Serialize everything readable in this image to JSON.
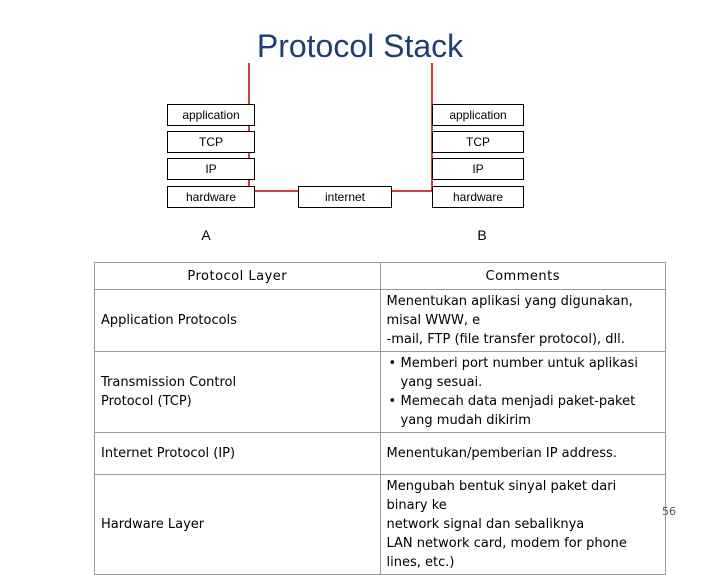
{
  "title": "Protocol Stack",
  "stack_a": {
    "label": "A",
    "layers": [
      "application",
      "TCP",
      "IP",
      "hardware"
    ]
  },
  "stack_b": {
    "label": "B",
    "layers": [
      "application",
      "TCP",
      "IP",
      "hardware"
    ]
  },
  "network": {
    "label": "internet"
  },
  "table": {
    "headers": [
      "Protocol Layer",
      "Comments"
    ],
    "rows": [
      {
        "layer": "Application Protocols",
        "comment_lines": [
          "Menentukan aplikasi yang digunakan, misal WWW, e",
          "-mail, FTP (file transfer protocol), dll."
        ]
      },
      {
        "layer_lines": [
          "Transmission Control",
          "Protocol (TCP)"
        ],
        "bullets": [
          "Memberi port number untuk aplikasi  yang sesuai.",
          "Memecah data menjadi paket-paket yang mudah dikirim"
        ]
      },
      {
        "layer": "Internet Protocol (IP)",
        "comment_lines": [
          "Menentukan/pemberian IP address."
        ]
      },
      {
        "layer": "Hardware Layer",
        "comment_lines": [
          "Mengubah bentuk sinyal paket dari binary ke",
          "network signal dan sebaliknya",
          "LAN network card, modem for phone lines, etc.)"
        ]
      }
    ]
  },
  "page_number": "56",
  "colors": {
    "title": "#1f3f73",
    "line": "#c00000"
  }
}
